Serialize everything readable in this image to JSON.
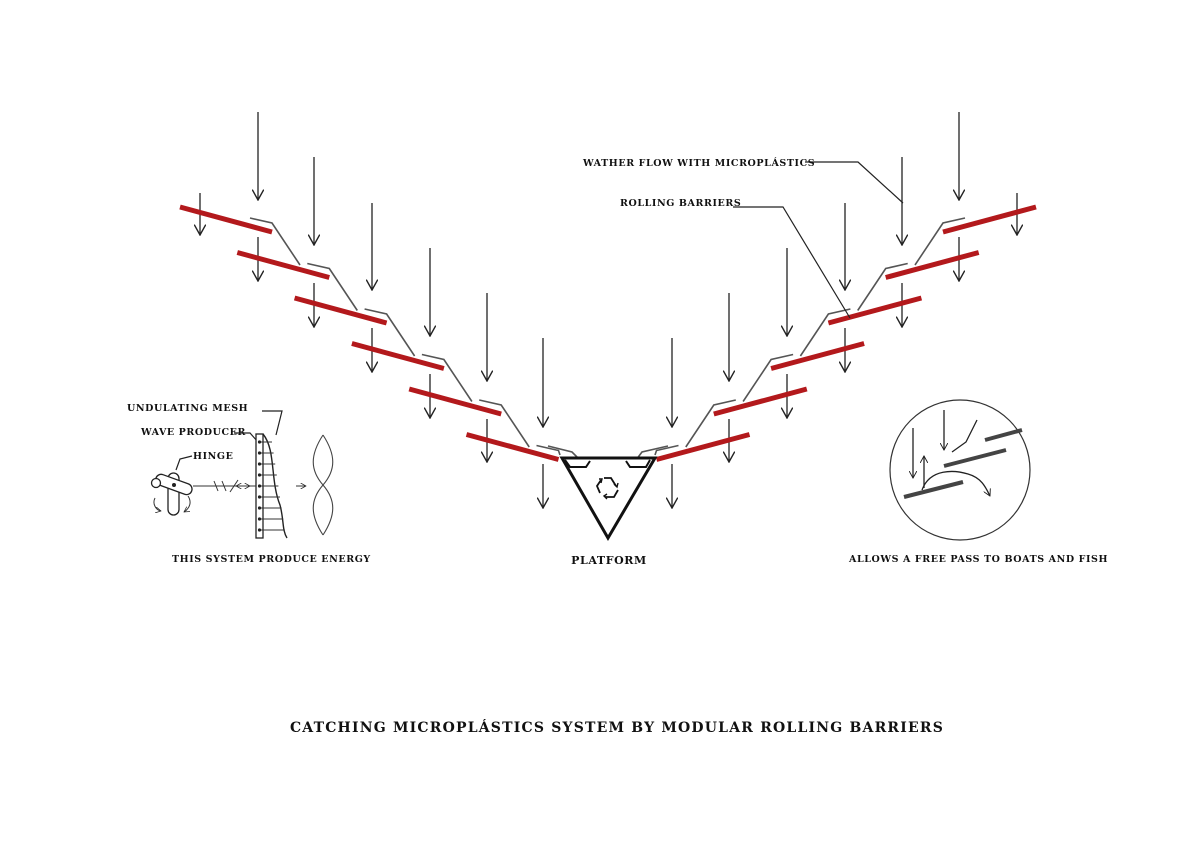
{
  "title": "CATCHING MICROPLÁSTICS SYSTEM BY MODULAR ROLLING BARRIERS",
  "labels": {
    "water_flow": "WATHER FLOW WITH MICROPLÁSTICS",
    "rolling_barriers": "ROLLING BARRIERS",
    "platform": "PLATFORM",
    "undulating_mesh": "UNDULATING MESH",
    "wave_producer": "WAVE PRODUCER",
    "hinge": "HINGE",
    "energy_caption": "THIS SYSTEM PRODUCE ENERGY",
    "free_pass_caption": "ALLOWS A FREE PASS TO BOATS AND FISH"
  },
  "colors": {
    "barrier": "#b3191c",
    "ink": "#222222",
    "background": "#ffffff"
  },
  "icons": {
    "platform_symbol": "recycle-icon"
  }
}
